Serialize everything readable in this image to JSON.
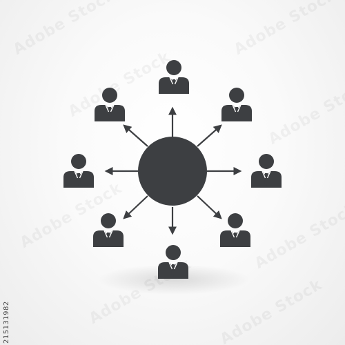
{
  "illustration": {
    "subject": "network-hub",
    "icon_color": "#3d3f42",
    "background_color": "#f7f7f7",
    "person_count": 8,
    "arrow_count": 8
  },
  "stock_id": "215131982",
  "watermark_text": "Adobe Stock"
}
